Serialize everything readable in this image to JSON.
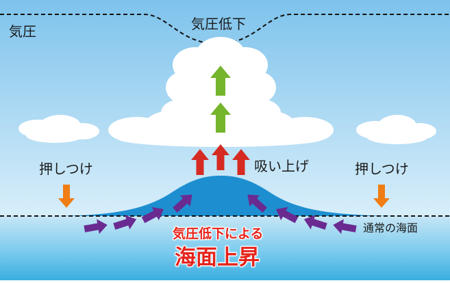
{
  "labels": {
    "pressure_axis": "気圧",
    "pressure_drop": "気圧低下",
    "push_left": "押しつけ",
    "push_right": "押しつけ",
    "suction": "吸い上げ",
    "normal_sea_level": "通常の海面",
    "caption_line1": "気圧低下による",
    "caption_line2": "海面上昇"
  },
  "colors": {
    "sky_top": "#7ec3ec",
    "sky_bottom": "#d8eefa",
    "sea_surface": "#c6e6f5",
    "sea_deep": "#3aaedf",
    "bulge": "#1d8fd0",
    "green_arrow": "#74b52c",
    "red_arrow": "#d62b22",
    "orange_arrow": "#ef7d14",
    "purple_arrow": "#6a2b91",
    "caption_red": "#e5231b"
  },
  "icons": {
    "green": "arrow-up-icon",
    "red": "arrow-up-icon",
    "orange": "arrow-down-icon",
    "purple": "arrow-right-icon"
  }
}
